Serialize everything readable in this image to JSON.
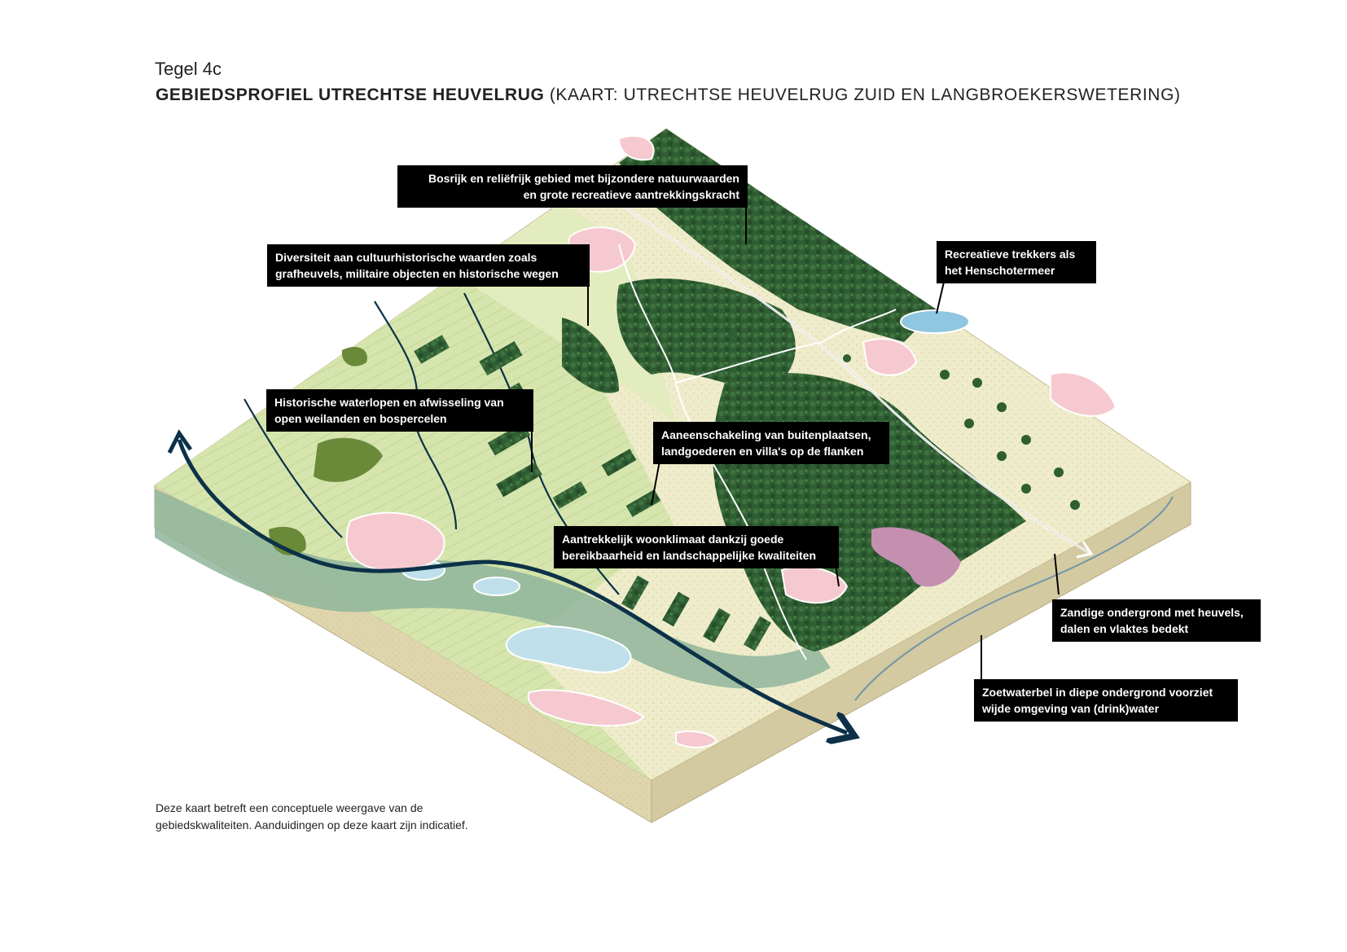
{
  "header": {
    "tile_label": "Tegel 4c",
    "title_bold": "GEBIEDSPROFIEL UTRECHTSE HEUVELRUG",
    "title_rest": "(KAART: UTRECHTSE HEUVELRUG ZUID EN LANGBROEKERSWETERING)"
  },
  "callouts": {
    "forest": "Bosrijk en reliëfrijk gebied met bijzondere natuurwaarden\nen grote recreatieve aantrekkingskracht",
    "heritage": "Diversiteit aan cultuurhistorische waarden zoals\ngrafheuvels, militaire objecten en historische wegen",
    "lake": "Recreatieve trekkers als\nhet Henschotermeer",
    "waterways": "Historische waterlopen en afwisseling van\nopen weilanden en bospercelen",
    "estates": "Aaneenschakeling van buitenplaatsen,\nlandgoederen en villa's op de flanken",
    "living": "Aantrekkelijk woonklimaat dankzij goede\nbereikbaarheid en landschappelijke kwaliteiten",
    "sandy": "Zandige ondergrond met heuvels,\ndalen en vlaktes bedekt",
    "groundwater": "Zoetwaterbel in diepe ondergrond voorziet\nwijde omgeving van (drink)water"
  },
  "footnote": "Deze kaart betreft een conceptuele weergave van de\ngebiedskwaliteiten. Aanduidingen op deze kaart zijn indicatief.",
  "colors": {
    "forest": "#2f5e33",
    "forest_light": "#4a7a3f",
    "meadow": "#cfe0a6",
    "meadow_light": "#e6eec4",
    "sand": "#efeccb",
    "urban": "#f5c9cf",
    "water": "#bfe0ea",
    "river_arrow": "#0c3148",
    "riverbed": "#7fa98c",
    "heath": "#c58fb0",
    "soil_front": "#e0d6ad",
    "soil_side": "#d2c9a0",
    "callout_bg": "#000000",
    "callout_text": "#ffffff"
  }
}
